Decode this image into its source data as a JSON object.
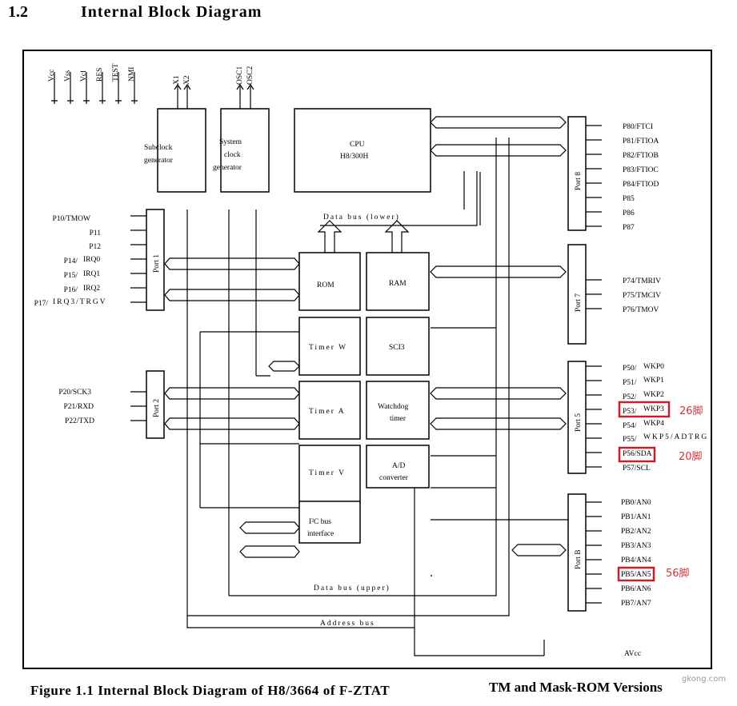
{
  "section": {
    "number": "1.2",
    "title": "Internal Block Diagram"
  },
  "caption": {
    "main": "Figure 1.1 Internal Block Diagram of H8/3664 of F-ZTAT",
    "suffix": "TM and Mask-ROM Versions"
  },
  "power_pins": [
    "Vcc",
    "Vss",
    "Vcl",
    "RES",
    "TEST",
    "NMI"
  ],
  "clock_pins": [
    "X1",
    "X2",
    "OSC1",
    "OSC2"
  ],
  "blocks": {
    "subclock": [
      "Subclock",
      "generator"
    ],
    "sysclock": [
      "System",
      "clock",
      "generator"
    ],
    "cpu": [
      "CPU",
      "H8/300H"
    ],
    "rom": "ROM",
    "ram": "RAM",
    "timer_w": "Timer  W",
    "sci3": "SCI3",
    "timer_a": "Timer  A",
    "watchdog": [
      "Watchdog",
      "timer"
    ],
    "timer_v": "Timer  V",
    "adc": [
      "A/D",
      "converter"
    ],
    "i2c": [
      "I²C bus",
      "interface"
    ]
  },
  "buses": {
    "data_lower": "Data bus (lower)",
    "data_upper": "Data bus (upper)",
    "address": "Address bus",
    "avcc": "AVcc"
  },
  "ports": {
    "p1": {
      "label": "Port 1",
      "pins": [
        {
          "prefix": "",
          "name": "P10/TMOW"
        },
        {
          "prefix": "",
          "name": "P11"
        },
        {
          "prefix": "",
          "name": "P12"
        },
        {
          "prefix": "P14/",
          "name": "IRQ0"
        },
        {
          "prefix": "P15/",
          "name": "IRQ1"
        },
        {
          "prefix": "P16/",
          "name": "IRQ2"
        },
        {
          "prefix": "P17/",
          "name": "IRQ3/TRGV"
        }
      ]
    },
    "p2": {
      "label": "Port 2",
      "pins": [
        "P20/SCK3",
        "P21/RXD",
        "P22/TXD"
      ]
    },
    "p8": {
      "label": "Port 8",
      "pins": [
        "P80/FTCI",
        "P81/FTIOA",
        "P82/FTIOB",
        "P83/FTIOC",
        "P84/FTIOD",
        "P85",
        "P86",
        "P87"
      ]
    },
    "p7": {
      "label": "Port 7",
      "pins": [
        "P74/TMRIV",
        "P75/TMCIV",
        "P76/TMOV"
      ]
    },
    "p5": {
      "label": "Port 5",
      "pins": [
        {
          "prefix": "P50/",
          "name": "WKP0"
        },
        {
          "prefix": "P51/",
          "name": "WKP1"
        },
        {
          "prefix": "P52/",
          "name": "WKP2"
        },
        {
          "prefix": "P53/",
          "name": "WKP3"
        },
        {
          "prefix": "P54/",
          "name": "WKP4"
        },
        {
          "prefix": "P55/",
          "name": "WKP5/ADTRG"
        },
        {
          "prefix": "",
          "name": "P56/SDA"
        },
        {
          "prefix": "",
          "name": "P57/SCL"
        }
      ]
    },
    "pb": {
      "label": "Port B",
      "pins": [
        "PB0/AN0",
        "PB1/AN1",
        "PB2/AN2",
        "PB3/AN3",
        "PB4/AN4",
        "PB5/AN5",
        "PB6/AN6",
        "PB7/AN7"
      ]
    }
  },
  "annotations": [
    {
      "text": "26脚",
      "pin": "P53"
    },
    {
      "text": "20脚",
      "pin": "P56"
    },
    {
      "text": "56脚",
      "pin": "PB5"
    }
  ],
  "watermark": "gkong.com",
  "colors": {
    "annotation": "#d0333a",
    "highlight": "#c8202a"
  }
}
